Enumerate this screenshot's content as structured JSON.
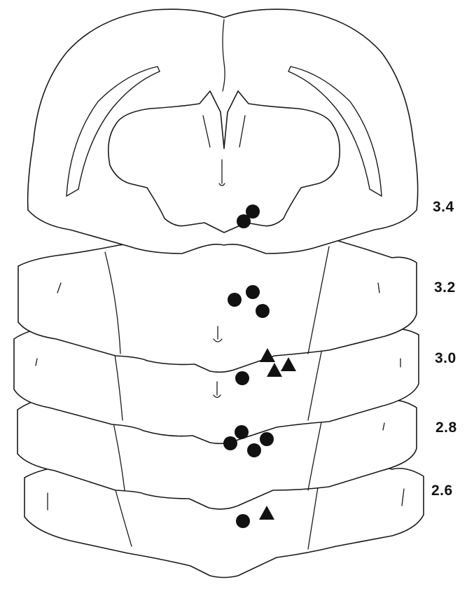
{
  "figure": {
    "sections": [
      {
        "level": "3.4",
        "circles": 2,
        "triangles": 0
      },
      {
        "level": "3.2",
        "circles": 3,
        "triangles": 0
      },
      {
        "level": "3.0",
        "circles": 1,
        "triangles": 3
      },
      {
        "level": "2.8",
        "circles": 4,
        "triangles": 0
      },
      {
        "level": "2.6",
        "circles": 1,
        "triangles": 1
      }
    ],
    "marker_color": "#111111",
    "outline_color": "#1a1a1a"
  }
}
